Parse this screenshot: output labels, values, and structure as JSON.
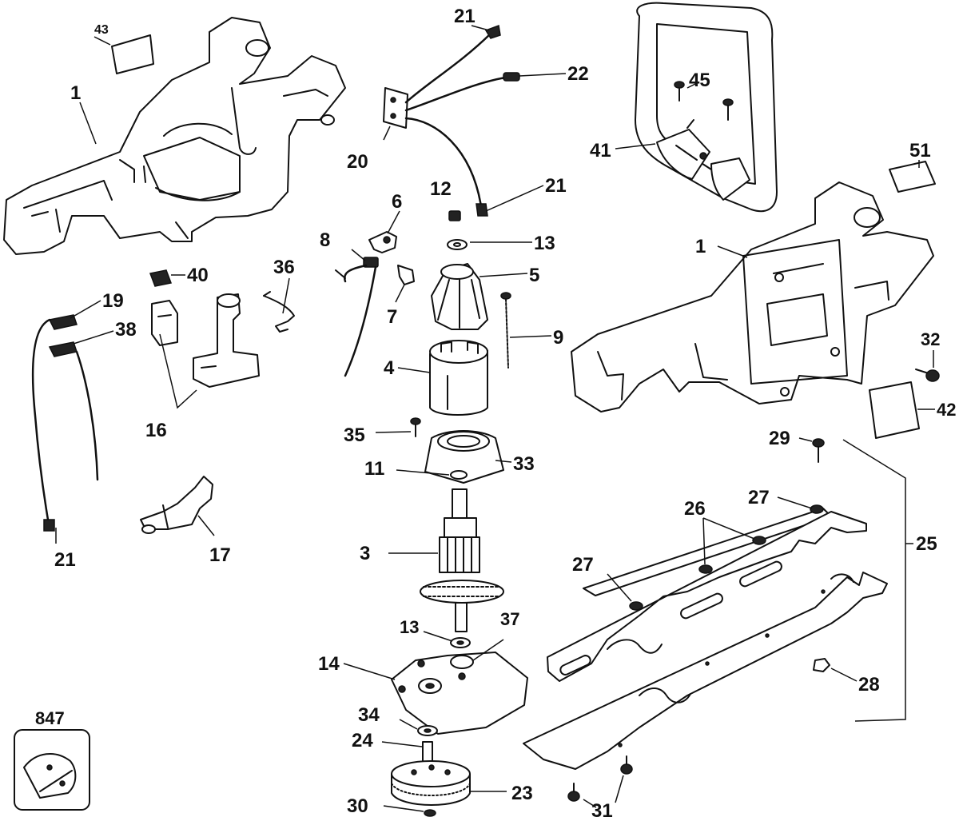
{
  "diagram": {
    "type": "exploded-parts-diagram",
    "callouts": [
      {
        "id": "c43",
        "text": "43"
      },
      {
        "id": "c1a",
        "text": "1"
      },
      {
        "id": "c21a",
        "text": "21"
      },
      {
        "id": "c22",
        "text": "22"
      },
      {
        "id": "c20",
        "text": "20"
      },
      {
        "id": "c21b",
        "text": "21"
      },
      {
        "id": "c45",
        "text": "45"
      },
      {
        "id": "c41",
        "text": "41"
      },
      {
        "id": "c51",
        "text": "51"
      },
      {
        "id": "c12",
        "text": "12"
      },
      {
        "id": "c13a",
        "text": "13"
      },
      {
        "id": "c6",
        "text": "6"
      },
      {
        "id": "c8",
        "text": "8"
      },
      {
        "id": "c5",
        "text": "5"
      },
      {
        "id": "c7",
        "text": "7"
      },
      {
        "id": "c9",
        "text": "9"
      },
      {
        "id": "c4",
        "text": "4"
      },
      {
        "id": "c40",
        "text": "40"
      },
      {
        "id": "c36",
        "text": "36"
      },
      {
        "id": "c19",
        "text": "19"
      },
      {
        "id": "c38",
        "text": "38"
      },
      {
        "id": "c16",
        "text": "16"
      },
      {
        "id": "c1b",
        "text": "1"
      },
      {
        "id": "c32",
        "text": "32"
      },
      {
        "id": "c42",
        "text": "42"
      },
      {
        "id": "c35",
        "text": "35"
      },
      {
        "id": "c33",
        "text": "33"
      },
      {
        "id": "c11",
        "text": "11"
      },
      {
        "id": "c29",
        "text": "29"
      },
      {
        "id": "c27a",
        "text": "27"
      },
      {
        "id": "c26",
        "text": "26"
      },
      {
        "id": "c25",
        "text": "25"
      },
      {
        "id": "c21c",
        "text": "21"
      },
      {
        "id": "c17",
        "text": "17"
      },
      {
        "id": "c3",
        "text": "3"
      },
      {
        "id": "c27b",
        "text": "27"
      },
      {
        "id": "c13b",
        "text": "13"
      },
      {
        "id": "c37",
        "text": "37"
      },
      {
        "id": "c14",
        "text": "14"
      },
      {
        "id": "c28",
        "text": "28"
      },
      {
        "id": "c847",
        "text": "847"
      },
      {
        "id": "c34",
        "text": "34"
      },
      {
        "id": "c24",
        "text": "24"
      },
      {
        "id": "c23",
        "text": "23"
      },
      {
        "id": "c30",
        "text": "30"
      },
      {
        "id": "c31",
        "text": "31"
      }
    ]
  }
}
